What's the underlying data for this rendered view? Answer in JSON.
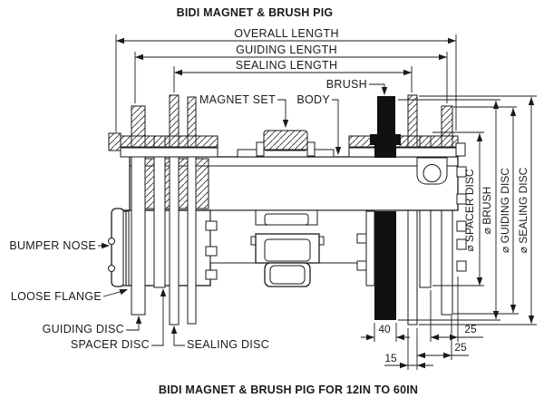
{
  "title": "BIDI MAGNET & BRUSH PIG",
  "caption": "BIDI MAGNET & BRUSH PIG FOR 12IN TO 60IN",
  "dim_labels": {
    "overall": "OVERALL LENGTH",
    "guiding": "GUIDING LENGTH",
    "sealing": "SEALING LENGTH"
  },
  "part_labels": {
    "brush": "BRUSH",
    "magnet_set": "MAGNET SET",
    "body": "BODY",
    "bumper_nose": "BUMPER NOSE",
    "loose_flange": "LOOSE FLANGE",
    "guiding_disc": "GUIDING DISC",
    "spacer_disc": "SPACER DISC",
    "sealing_disc": "SEALING DISC"
  },
  "diameter_labels": {
    "spacer": "⌀ SPACER DISC",
    "brush": "⌀ BRUSH",
    "guiding": "⌀ GUIDING DISC",
    "sealing": "⌀ SEALING DISC"
  },
  "measurements": {
    "brush_width": "40",
    "spacer_offset": "25",
    "guiding_offset": "25",
    "sealing_thickness": "15"
  },
  "colors": {
    "line": "#1a1a1a",
    "fill": "#ffffff",
    "brush": "#111111"
  }
}
